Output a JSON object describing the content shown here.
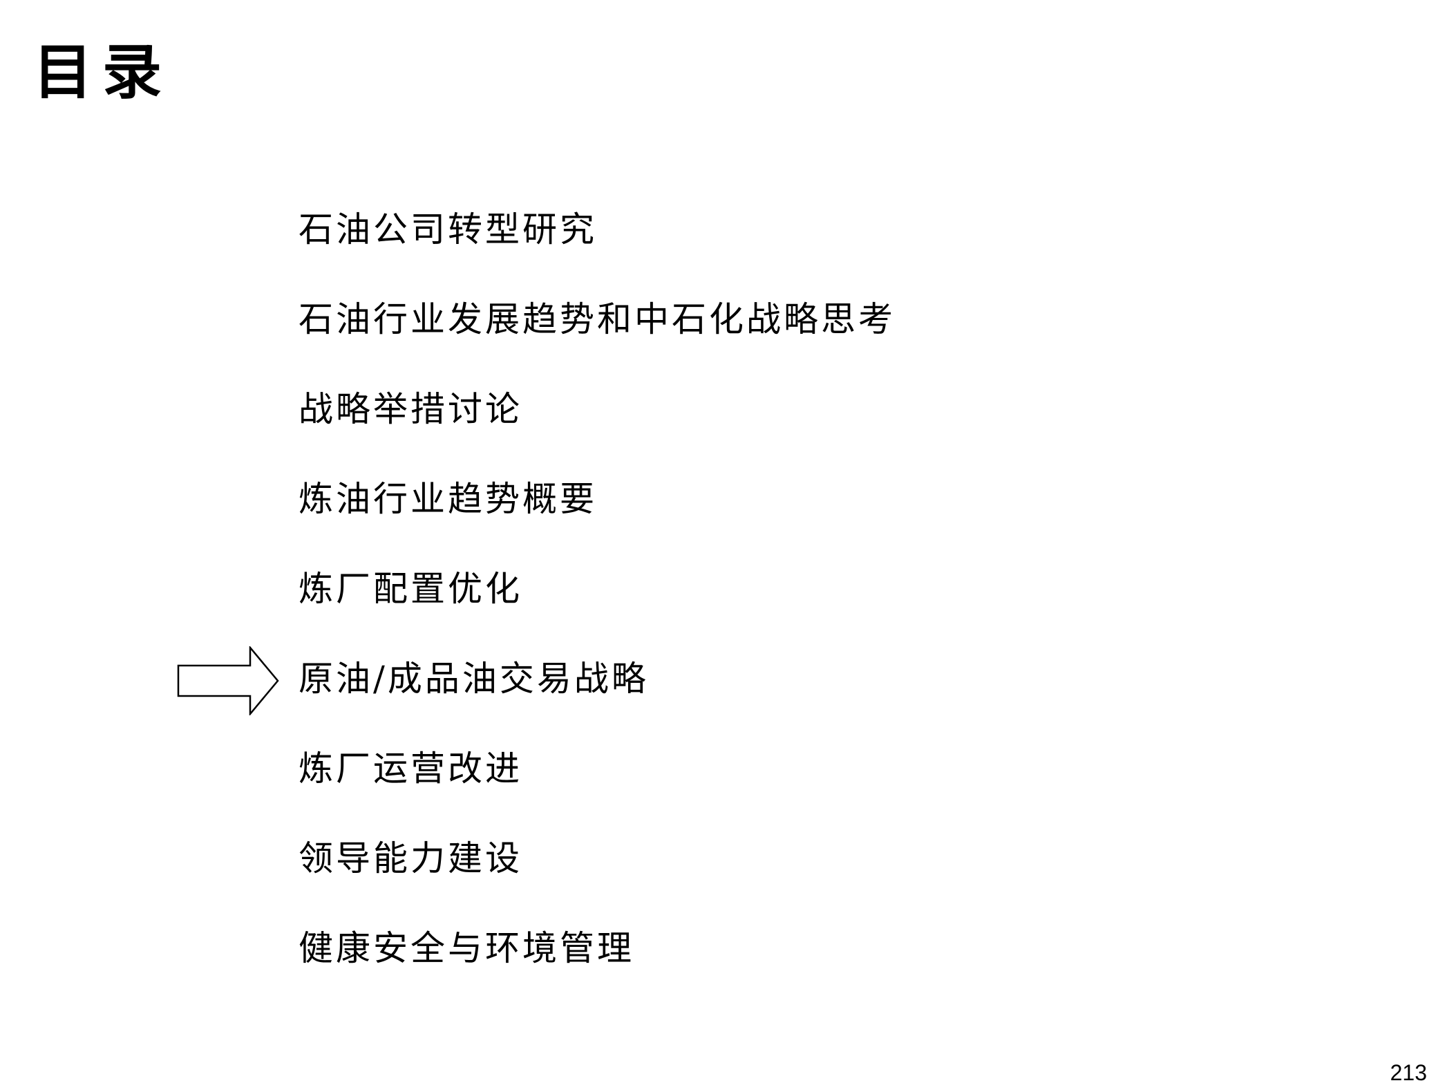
{
  "title": "目录",
  "toc": {
    "items": [
      "石油公司转型研究",
      "石油行业发展趋势和中石化战略思考",
      "战略举措讨论",
      "炼油行业趋势概要",
      "炼厂配置优化",
      "原油/成品油交易战略",
      "炼厂运营改进",
      "领导能力建设",
      "健康安全与环境管理"
    ],
    "current_index": 5,
    "marker_icon": "arrow-right-outline-icon"
  },
  "page_number": "213"
}
